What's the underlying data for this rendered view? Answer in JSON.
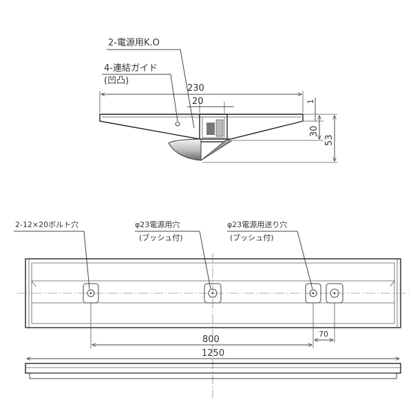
{
  "side_view": {
    "callouts": {
      "power_ko": "2-電源用K.O",
      "guide_line1": "4-連結ガイド",
      "guide_line2": "(凹凸)"
    },
    "dimensions": {
      "width": "230",
      "inner": "20",
      "top_gap": "1",
      "height_body": "30",
      "height_total": "53"
    }
  },
  "plan_view": {
    "callouts": {
      "bolt_holes": "2-12×20ボルト穴",
      "power_hole_line1": "φ23電源用穴",
      "power_hole_line2": "(ブッシュ付)",
      "feed_hole_line1": "φ23電源用送り穴",
      "feed_hole_line2": "(ブッシュ付)"
    },
    "dimensions": {
      "pitch": "800",
      "offset": "70",
      "length": "1250"
    }
  },
  "colors": {
    "line": "#444444",
    "text": "#333333"
  }
}
